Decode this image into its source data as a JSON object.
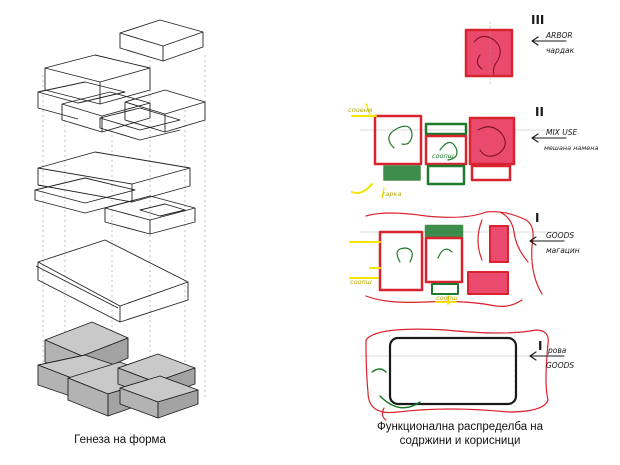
{
  "captions": {
    "left": "Генеза на форма",
    "right_line1": "Функционална распределба на",
    "right_line2": "содржини и корисници"
  },
  "levels": {
    "roof": {
      "numeral": "III",
      "label_en": "ARBOR",
      "label_mk": "чардак"
    },
    "second": {
      "numeral": "II",
      "label_en": "MIX USE",
      "label_mk": "мешана намена"
    },
    "first": {
      "numeral": "I",
      "label_en": "GOODS",
      "label_mk": "магацин"
    },
    "basement": {
      "numeral": "I",
      "label_en": "GOODS",
      "label_mk": "рова"
    }
  },
  "tags": {
    "second_top": "споени",
    "second_bottom": "гарка",
    "second_center": "соопш",
    "first_left": "соопш",
    "first_bottom": "соопш"
  },
  "colors": {
    "red": "#d9232e",
    "red_fill": "#e94a6e",
    "green": "#1e7a2e",
    "yellow": "#f4e600",
    "black": "#1a1a1a",
    "gray": "#c9c9c9"
  }
}
